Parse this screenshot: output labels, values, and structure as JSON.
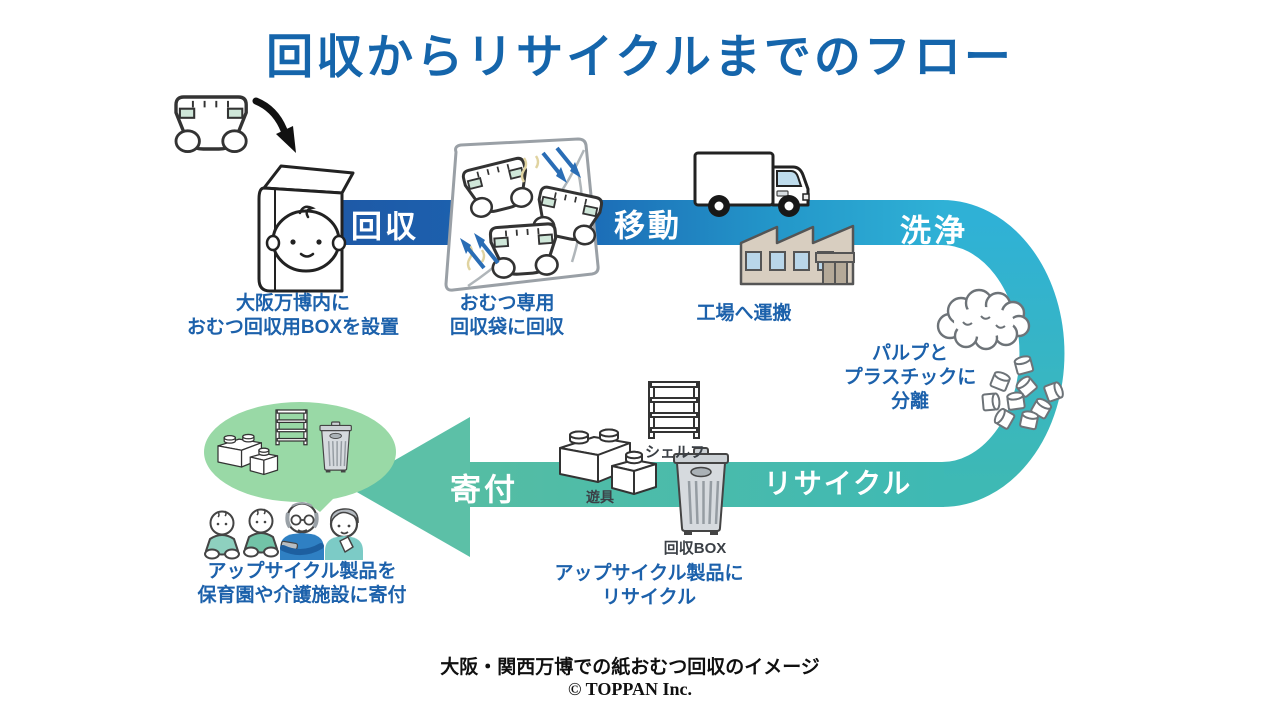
{
  "title": "回収からリサイクルまでのフロー",
  "flow_steps": [
    {
      "label": "回収"
    },
    {
      "label": "移動"
    },
    {
      "label": "洗浄"
    },
    {
      "label": "リサイクル"
    },
    {
      "label": "寄付"
    }
  ],
  "captions": {
    "collection_box": "大阪万博内に\nおむつ回収用BOXを設置",
    "collection_bag": "おむつ専用\n回収袋に回収",
    "factory": "工場へ運搬",
    "separation": "パルプと\nプラスチックに\n分離",
    "upcycle": "アップサイクル製品に\nリサイクル",
    "donation": "アップサイクル製品を\n保育園や介護施設に寄付"
  },
  "product_labels": {
    "shelf": "シェルフ",
    "play_equipment": "遊具",
    "collection_box": "回収BOX"
  },
  "footer": {
    "caption": "大阪・関西万博での紙おむつ回収のイメージ",
    "copyright": "© TOPPAN Inc."
  },
  "illustrations": [
    "diaper-icon",
    "curved-arrow-icon",
    "collection-box-icon",
    "collection-bag-icon",
    "truck-icon",
    "factory-icon",
    "pulp-cloud-icon",
    "plastic-pellets-icon",
    "shelf-icon",
    "blocks-icon",
    "recycle-bin-icon",
    "donation-bubble",
    "babies-icon",
    "elderly-couple-icon"
  ],
  "colors": {
    "title_blue": "#1565ab",
    "band_blue_start": "#1e59a6",
    "band_cyan": "#2fb1d6",
    "band_teal": "#3eb9b4",
    "arrow_green": "#5cc0a7",
    "caption_blue": "#1c61ab",
    "bubble_green": "#99d9a6"
  }
}
